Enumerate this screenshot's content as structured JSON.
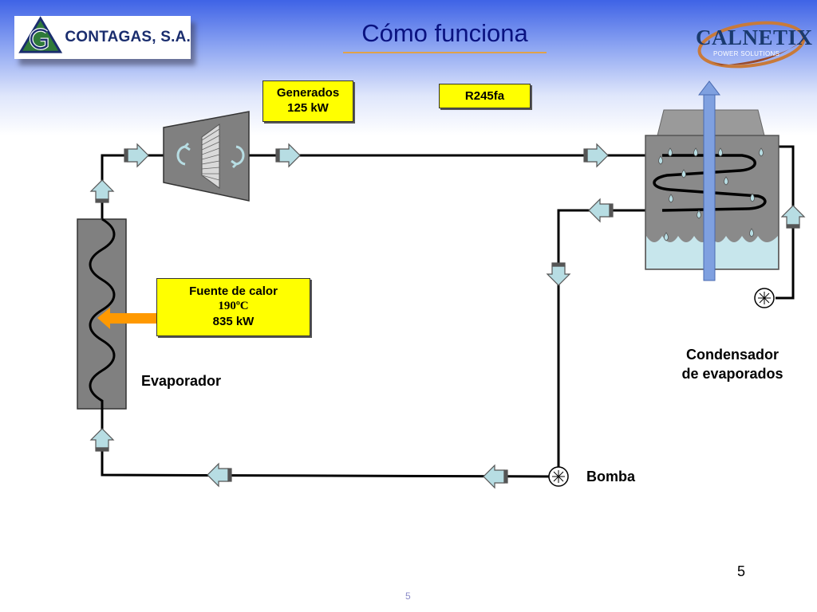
{
  "header": {
    "title": "Cómo funciona",
    "left_logo": {
      "text": "CONTAGAS, S.A.",
      "icon": "contagas-g-logo"
    },
    "right_logo": {
      "text": "CALNETIX",
      "tagline": "POWER SOLUTIONS",
      "icon": "calnetix-swoosh-logo"
    }
  },
  "diagram": {
    "turbine_box": {
      "line1": "Generados",
      "line2": "125 kW"
    },
    "fluid_box": {
      "text": "R245fa"
    },
    "heat_box": {
      "line1": "Fuente de calor",
      "line2": "190ºC",
      "line3": "835 kW"
    },
    "labels": {
      "evaporator": "Evaporador",
      "condenser_line1": "Condensador",
      "condenser_line2": "de evaporados",
      "pump": "Bomba"
    }
  },
  "footer": {
    "slide_number": "5",
    "page_number": "5"
  },
  "colors": {
    "title": "#0a1280",
    "box_fill": "#ffff00",
    "arrow_fill": "#b7dde3",
    "pipe": "#000000",
    "heat_arrow": "#ff9900",
    "evaporator": "#808080",
    "condenser_water": "#c7e6ec"
  }
}
